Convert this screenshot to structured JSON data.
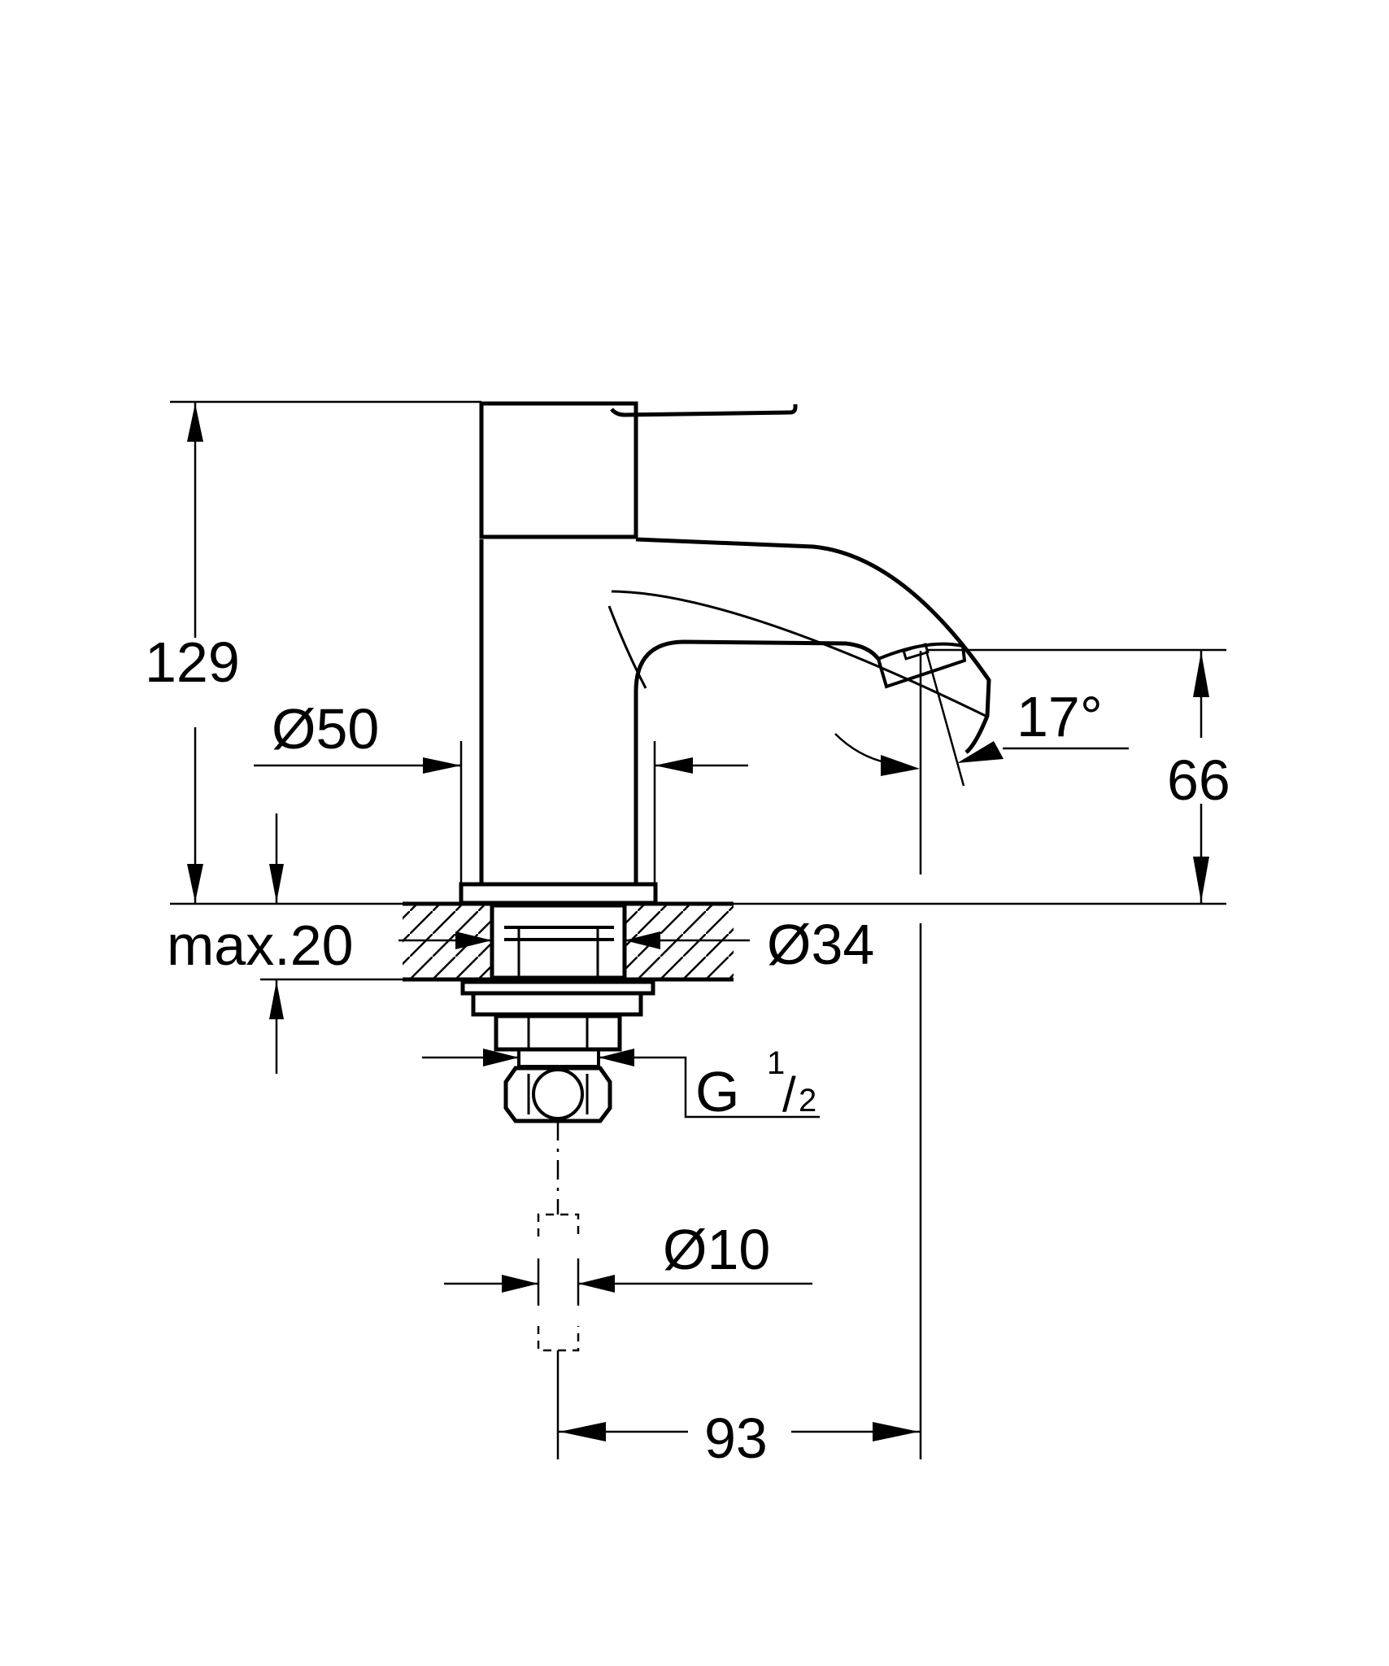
{
  "drawing": {
    "title": "Basin tap dimensional drawing",
    "dimensions": {
      "height_total": "129",
      "spout_height": "66",
      "body_diameter": "Ø50",
      "angle": "17°",
      "countertop_thickness": "max.20",
      "hole_diameter": "Ø34",
      "thread_main": "G",
      "thread_num": "1",
      "thread_den": "2",
      "supply_diameter": "Ø10",
      "projection": "93"
    },
    "colors": {
      "line": "#000000",
      "background": "#ffffff"
    }
  }
}
